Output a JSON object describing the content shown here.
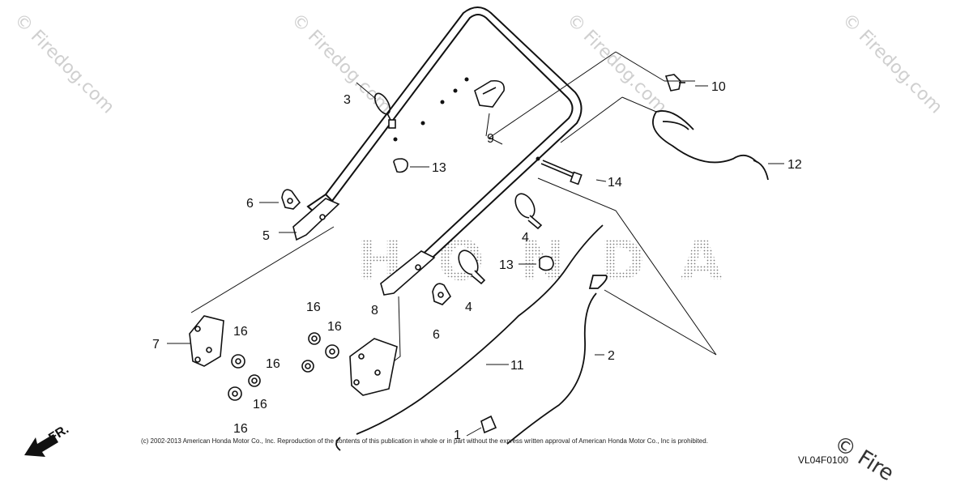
{
  "watermark_text": "© Firedog.com",
  "brand_text": "HONDA",
  "callouts": {
    "c1": "1",
    "c2": "2",
    "c3": "3",
    "c4a": "4",
    "c4b": "4",
    "c5": "5",
    "c6a": "6",
    "c6b": "6",
    "c7": "7",
    "c8": "8",
    "c9": "9",
    "c10": "10",
    "c11": "11",
    "c12": "12",
    "c13a": "13",
    "c13b": "13",
    "c14": "14",
    "c16a": "16",
    "c16b": "16",
    "c16c": "16",
    "c16d": "16",
    "c16e": "16",
    "c16f": "16"
  },
  "copyright": "(c) 2002-2013 American Honda Motor Co., Inc. Reproduction of the contents of this publication in whole or in part without the express written approval of American Honda Motor Co., Inc is prohibited.",
  "diagram_code": "VL04F0100",
  "front_marker": "FR.",
  "corner_watermark": "© Fire"
}
